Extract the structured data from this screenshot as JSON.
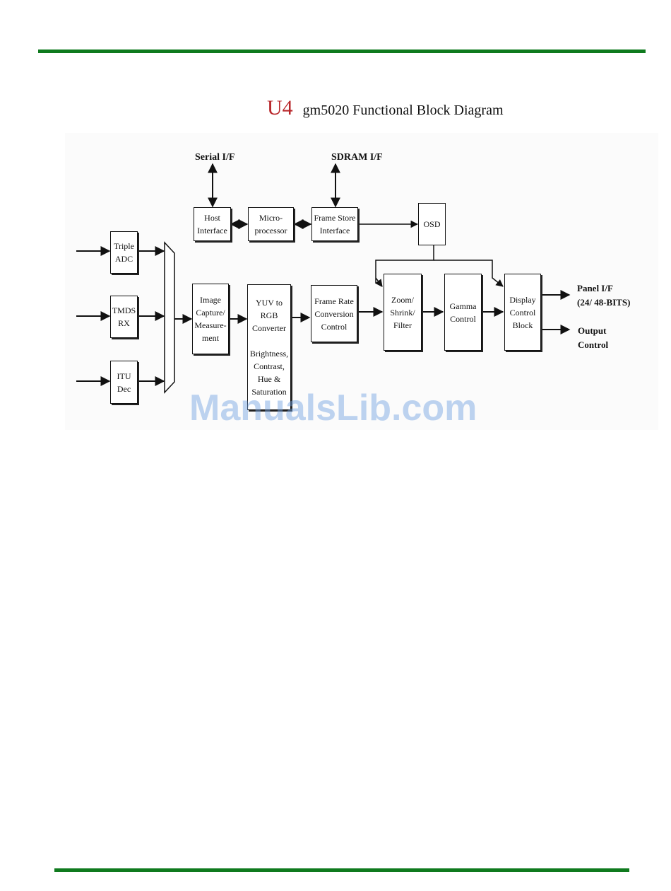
{
  "header": {
    "title_prefix": "U4",
    "title": "gm5020 Functional Block Diagram"
  },
  "external": {
    "serial": "Serial I/F",
    "sdram": "SDRAM I/F",
    "panel": "Panel I/F\n  (24/ 48-BITS)",
    "output": "Output\nControl"
  },
  "blocks": {
    "host_interface": "Host\nInterface",
    "microprocessor": "Micro-\nprocessor",
    "frame_store_interface": "Frame Store\nInterface",
    "osd": "OSD",
    "triple_adc": "Triple\nADC",
    "tmds_rx": "TMDS\nRX",
    "itu_dec": "ITU\nDec",
    "image_capture": "Image\nCapture/\nMeasure-\nment",
    "yuv_rgb": "YUV to\nRGB\nConverter\n\nBrightness,\nContrast,\nHue &\nSaturation",
    "frame_rate": "Frame Rate\nConversion\nControl",
    "zoom": "Zoom/\nShrink/\nFilter",
    "gamma": "Gamma\nControl",
    "display_control": "Display\nControl\nBlock"
  },
  "watermark": "ManualsLib.com"
}
